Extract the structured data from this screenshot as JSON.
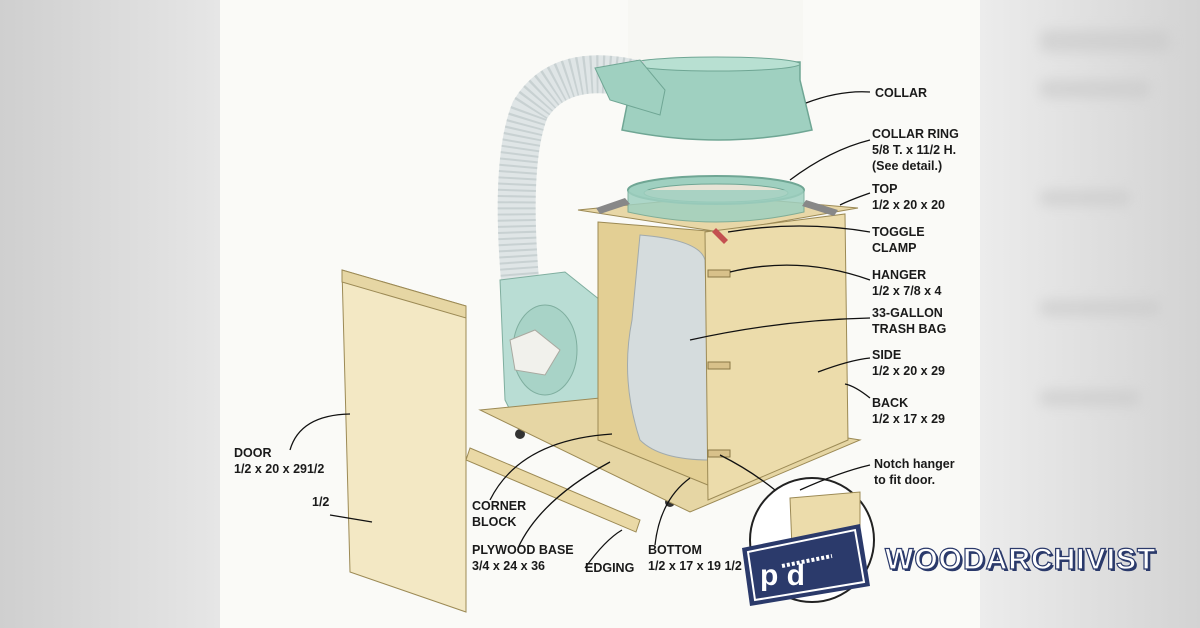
{
  "labels": {
    "collar": "COLLAR",
    "collar_ring": [
      "COLLAR RING",
      "5/8 T. x 11/2 H.",
      "(See detail.)"
    ],
    "top": [
      "TOP",
      "1/2 x 20 x 20"
    ],
    "toggle_clamp": [
      "TOGGLE",
      "CLAMP"
    ],
    "hanger": [
      "HANGER",
      "1/2 x 7/8 x 4"
    ],
    "trash_bag": [
      "33-GALLON",
      "TRASH BAG"
    ],
    "side": [
      "SIDE",
      "1/2 x 20 x 29"
    ],
    "back": [
      "BACK",
      "1/2 x 17 x 29"
    ],
    "notch": [
      "Notch hanger",
      "to fit door."
    ],
    "door": [
      "DOOR",
      "1/2 x 20 x 291/2"
    ],
    "half": "1/2",
    "corner_block": [
      "CORNER",
      "BLOCK"
    ],
    "plywood_base": [
      "PLYWOOD BASE",
      "3/4 x 24 x 36"
    ],
    "edging": "EDGING",
    "bottom": [
      "BOTTOM",
      "1/2 x 17 x 19 1/2"
    ]
  },
  "brand": {
    "name": "WOODARCHIVIST",
    "logo_letters": "p  d"
  },
  "colors": {
    "collar_green": "#9fd0c0",
    "plywood": "#ecdcab",
    "brand_navy": "#2b3a6b"
  }
}
